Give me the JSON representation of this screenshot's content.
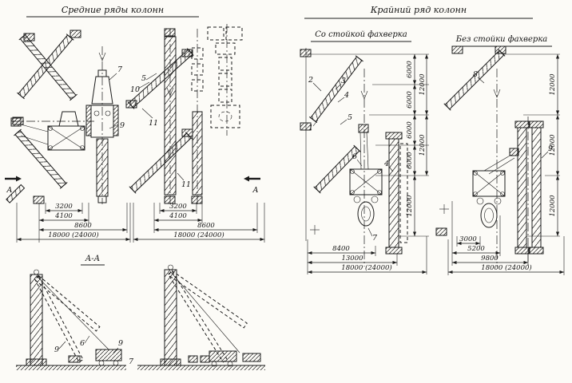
{
  "titles": {
    "middle_rows": "Средние ряды колонн",
    "edge_row": "Крайний ряд колонн",
    "with_post": "Со стойкой фахверка",
    "without_post": "Без стойки фахверка",
    "section": "А-А"
  },
  "section_markers": {
    "left": "А",
    "right": "А"
  },
  "part_labels": {
    "plan": {
      "p7": "7",
      "p5": "5",
      "p10": "10",
      "p11a": "11",
      "p9": "9",
      "p11b": "11"
    },
    "section_view": {
      "s9a": "9",
      "s6": "6",
      "s9b": "9",
      "s7": "7"
    },
    "with_post": {
      "k2": "2",
      "k3": "3",
      "k4a": "4",
      "k5": "5",
      "k1": "1",
      "k6": "6",
      "k4b": "4",
      "k7": "7"
    },
    "without_post": {
      "k8": "8",
      "k9": "9"
    }
  },
  "dimensions": {
    "plan_left": {
      "d3200": "3200",
      "d4100": "4100",
      "d8600": "8600",
      "d18000": "18000 (24000)"
    },
    "plan_right": {
      "d3200": "3200",
      "d4100": "4100",
      "d8600": "8600",
      "d18000": "18000 (24000)"
    },
    "with_post": {
      "v6a": "6000",
      "v6b": "6000",
      "v6c": "6000",
      "v6d": "6000",
      "v12a": "12000",
      "v12b": "12000",
      "v12c": "12000",
      "h8400": "8400",
      "h13000": "13000",
      "h18000": "18000 (24000)"
    },
    "without_post": {
      "v12a": "12000",
      "v12b": "12000",
      "v12c": "12000",
      "h3000": "3000",
      "h5200": "5200",
      "h9800": "9800",
      "h18000": "18000 (24000)"
    }
  }
}
